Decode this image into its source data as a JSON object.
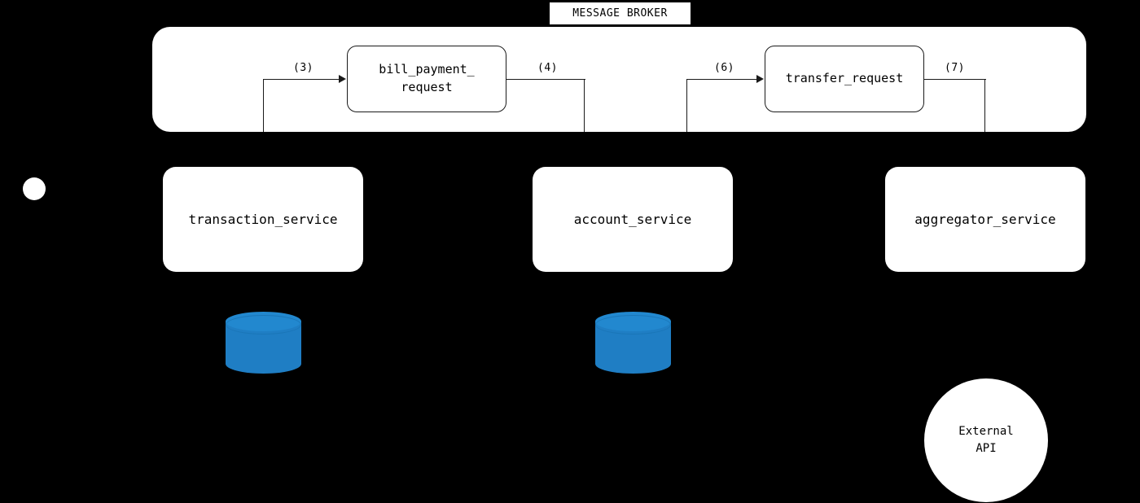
{
  "diagram": {
    "background_color": "#000000",
    "title": "MESSAGE BROKER"
  },
  "broker": {
    "label": "MESSAGE BROKER",
    "fill_color": "#ffffff",
    "queues": [
      {
        "id": "bill_payment_request",
        "label": "bill_payment_\nrequest",
        "inbound_edge_label": "(3)",
        "outbound_edge_label": "(4)"
      },
      {
        "id": "transfer_request",
        "label": "transfer_request",
        "inbound_edge_label": "(6)",
        "outbound_edge_label": "(7)"
      }
    ]
  },
  "edges": [
    {
      "label": "(3)",
      "from": "transaction_service",
      "to": "bill_payment_request"
    },
    {
      "label": "(4)",
      "from": "bill_payment_request",
      "to": "account_service"
    },
    {
      "label": "(6)",
      "from": "account_service",
      "to": "transfer_request"
    },
    {
      "label": "(7)",
      "from": "transfer_request",
      "to": "aggregator_service"
    }
  ],
  "services": [
    {
      "id": "transaction_service",
      "label": "transaction_service",
      "fill_color": "#ffffff"
    },
    {
      "id": "account_service",
      "label": "account_service",
      "fill_color": "#ffffff"
    },
    {
      "id": "aggregator_service",
      "label": "aggregator_service",
      "fill_color": "#ffffff"
    }
  ],
  "databases": [
    {
      "id": "transaction_db",
      "belongs_to": "transaction_service",
      "color": "#1f7ec4"
    },
    {
      "id": "account_db",
      "belongs_to": "account_service",
      "color": "#1f7ec4"
    }
  ],
  "external": {
    "label_line1": "External",
    "label_line2": "API",
    "fill_color": "#ffffff"
  },
  "actor": {
    "shape": "circle",
    "fill_color": "#ffffff"
  }
}
